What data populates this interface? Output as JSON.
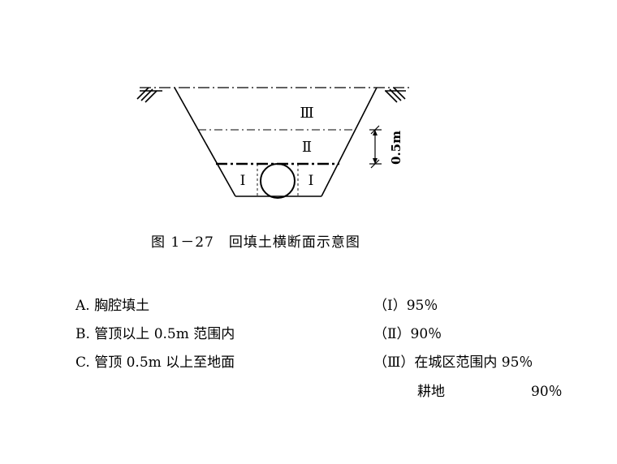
{
  "diagram": {
    "zone_labels": {
      "zone3": "Ⅲ",
      "zone2": "Ⅱ",
      "zone1_left": "Ⅰ",
      "zone1_right": "Ⅰ"
    },
    "dimension_label": "0.5m",
    "caption": "图 1－27　回填土横断面示意图"
  },
  "legend": {
    "items": [
      {
        "label": "A. 胸腔填土",
        "value": "（Ⅰ）95％"
      },
      {
        "label": "B. 管顶以上 0.5m 范围内",
        "value": "（Ⅱ）90％"
      },
      {
        "label": "C. 管顶 0.5m 以上至地面",
        "value": "（Ⅲ）在城区范围内 95％"
      }
    ],
    "extra": {
      "label": "耕地",
      "value": "90％"
    }
  }
}
